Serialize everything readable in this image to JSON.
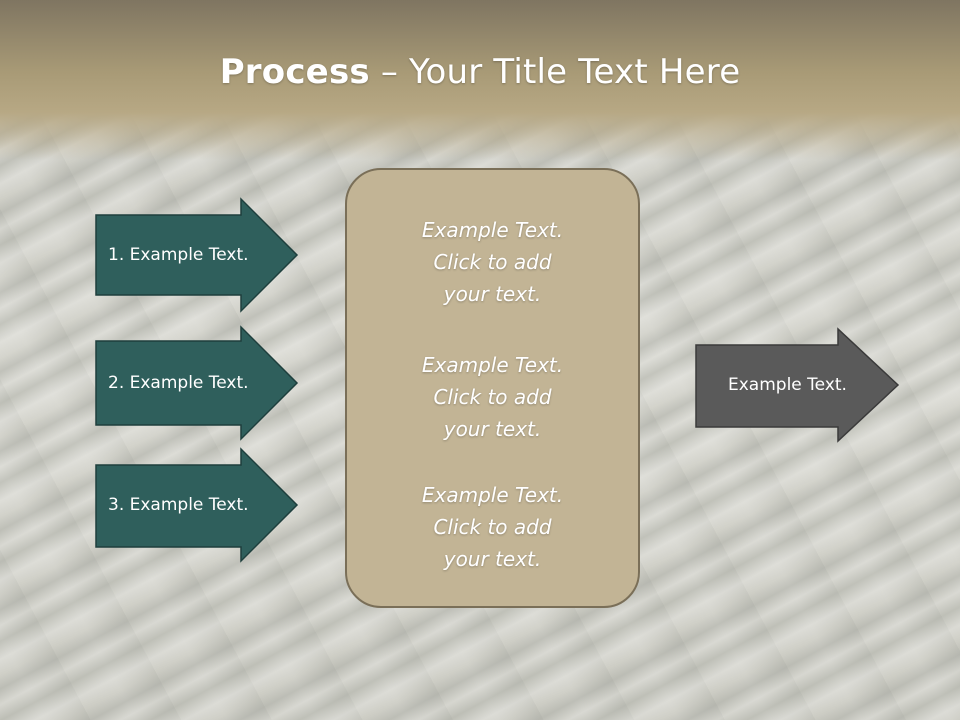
{
  "slide": {
    "title_bold": "Process",
    "title_rest": " – Your Title Text Here"
  },
  "left_arrows": [
    {
      "label": "1. Example Text."
    },
    {
      "label": "2. Example Text."
    },
    {
      "label": "3. Example Text."
    }
  ],
  "center_panel": {
    "items": [
      {
        "line1": "Example Text.",
        "line2": "Click  to add",
        "line3": "your text."
      },
      {
        "line1": "Example Text.",
        "line2": "Click  to add",
        "line3": "your text."
      },
      {
        "line1": "Example Text.",
        "line2": "Click  to add",
        "line3": "your text."
      }
    ]
  },
  "right_arrow": {
    "label": "Example Text."
  },
  "colors": {
    "teal_arrow": "#2f5f5c",
    "gray_arrow": "#5a5a5a",
    "panel_fill": "#c2b495",
    "header": "#a89a76"
  }
}
